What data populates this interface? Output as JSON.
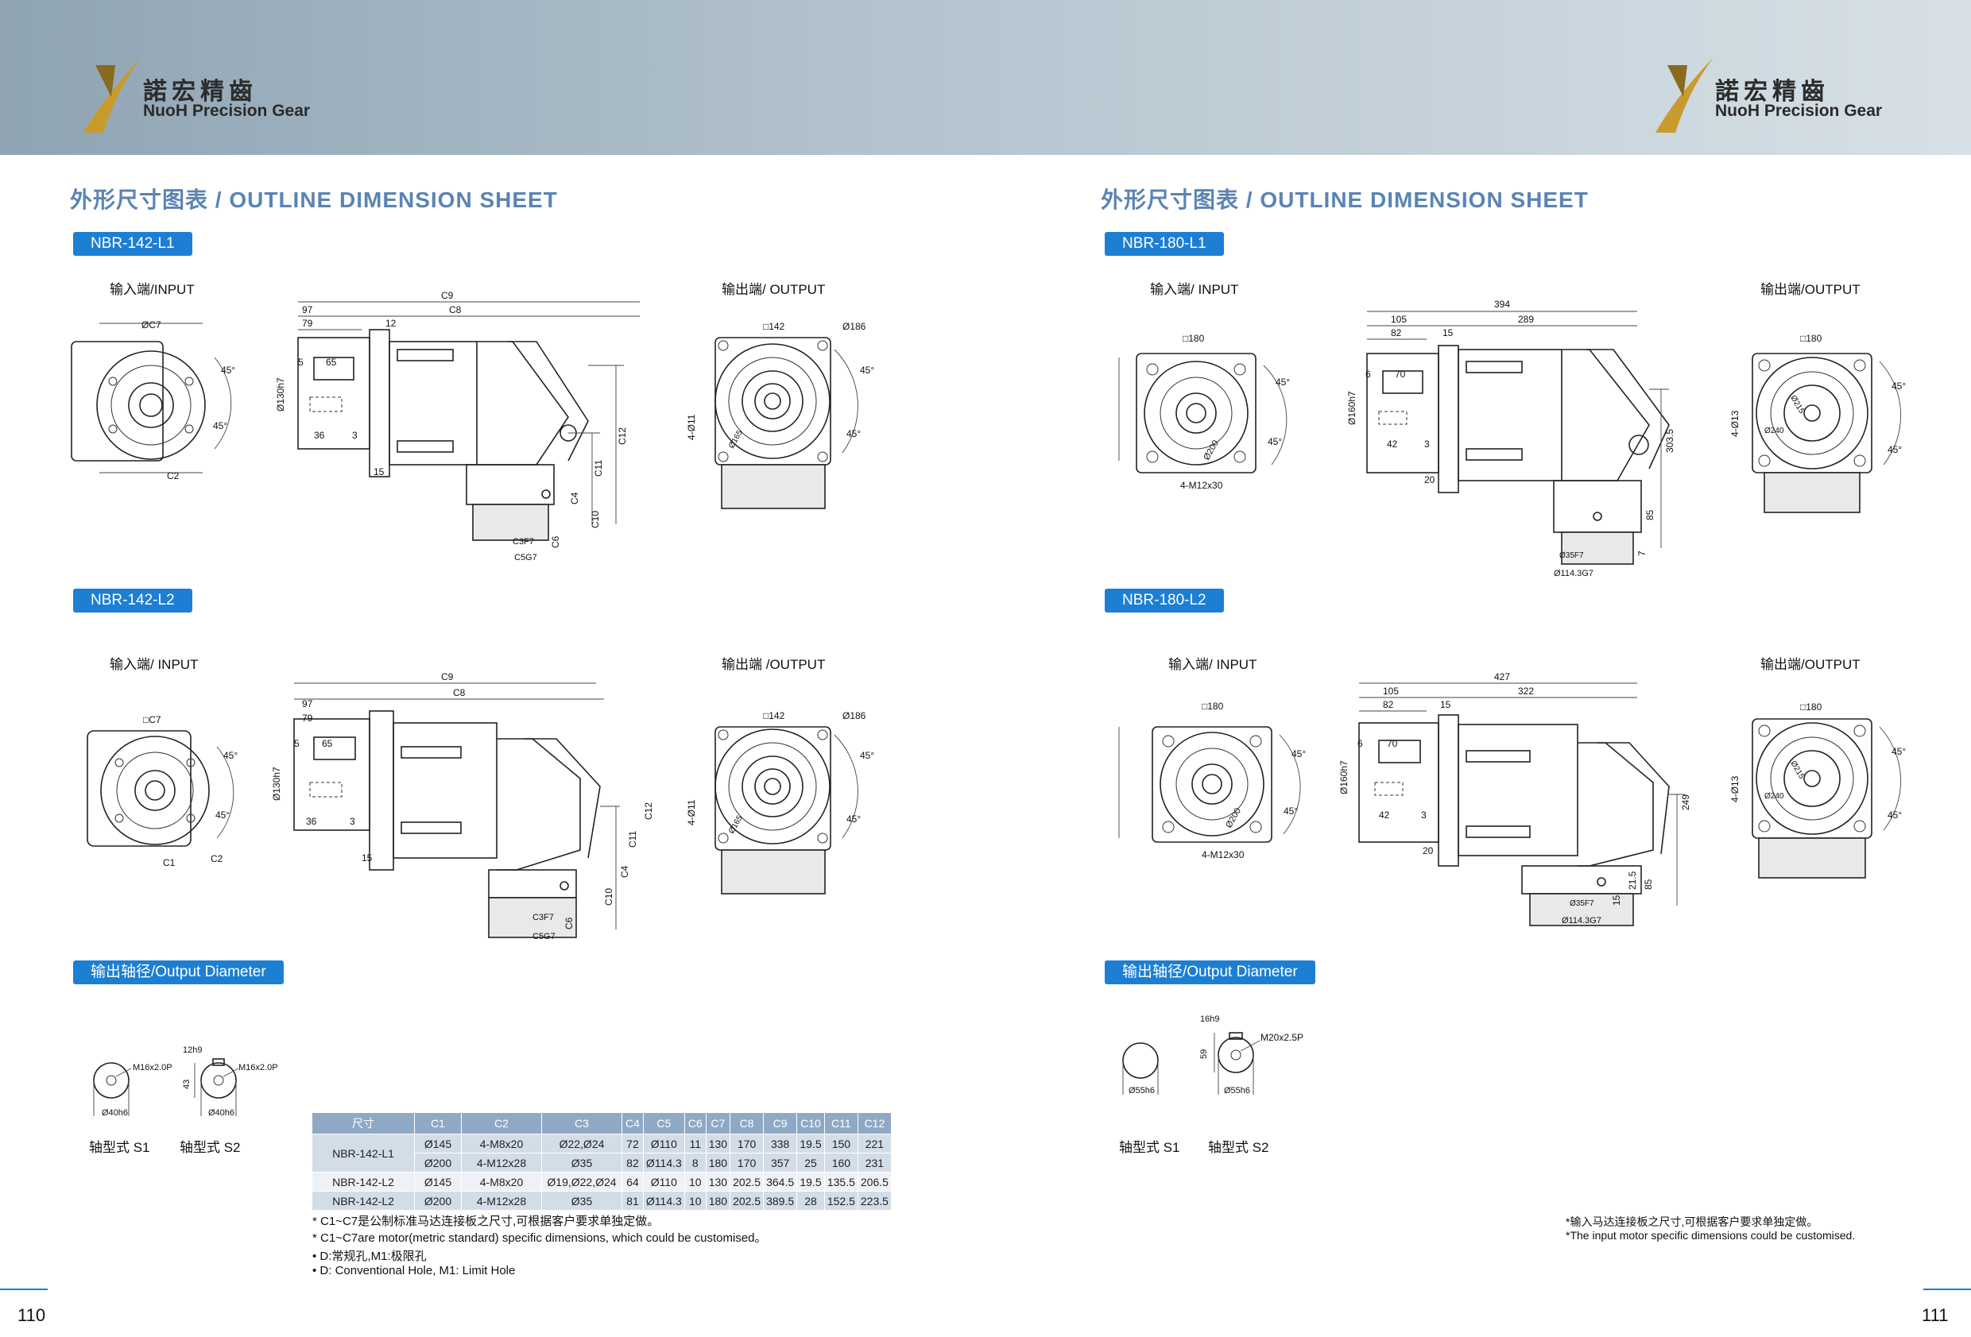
{
  "logo": {
    "cn": "諾宏精齒",
    "en": "NuoH Precision Gear"
  },
  "left": {
    "title": "外形尺寸图表 / OUTLINE DIMENSION SHEET",
    "tag_l1": "NBR-142-L1",
    "tag_l2": "NBR-142-L2",
    "tag_od": "输出轴径/Output Diameter",
    "input_label": "输入端/INPUT",
    "input_label2": "输入端/ INPUT",
    "output_label": "输出端/ OUTPUT",
    "output_label2": "输出端 /OUTPUT",
    "dims": {
      "c7": "ØC7",
      "c7sq": "□C7",
      "c2": "C2",
      "c1": "C1",
      "a45": "45°",
      "c9": "C9",
      "c8": "C8",
      "d97": "97",
      "d79": "79",
      "d12": "12",
      "d5": "5",
      "d65": "65",
      "d36": "36",
      "d3": "3",
      "d15": "15",
      "dia130": "Ø130h7",
      "c12": "C12",
      "c11": "C11",
      "c4": "C4",
      "c10": "C10",
      "c6": "C6",
      "c3": "C3F7",
      "c5": "C5G7",
      "sq142": "□142",
      "d186": "Ø186",
      "hole4": "4-Ø11",
      "d165": "Ø165"
    },
    "shafts": {
      "s1_thread": "M16x2.0P",
      "s1_dia": "Ø40h6",
      "s2_key": "12h9",
      "s2_h": "43",
      "s2_thread": "M16x2.0P",
      "s2_dia": "Ø40h6",
      "s1_label": "轴型式 S1",
      "s2_label": "轴型式 S2"
    },
    "table": {
      "headers": [
        "尺寸",
        "C1",
        "C2",
        "C3",
        "C4",
        "C5",
        "C6",
        "C7",
        "C8",
        "C9",
        "C10",
        "C11",
        "C12"
      ],
      "group1_name": "NBR-142-L1",
      "group1_rows": [
        [
          "Ø145",
          "4-M8x20",
          "Ø22,Ø24",
          "72",
          "Ø110",
          "11",
          "130",
          "170",
          "338",
          "19.5",
          "150",
          "221"
        ],
        [
          "Ø200",
          "4-M12x28",
          "Ø35",
          "82",
          "Ø114.3",
          "8",
          "180",
          "170",
          "357",
          "25",
          "160",
          "231"
        ]
      ],
      "rows": [
        [
          "NBR-142-L2",
          "Ø145",
          "4-M8x20",
          "Ø19,Ø22,Ø24",
          "64",
          "Ø110",
          "10",
          "130",
          "202.5",
          "364.5",
          "19.5",
          "135.5",
          "206.5"
        ],
        [
          "NBR-142-L2",
          "Ø200",
          "4-M12x28",
          "Ø35",
          "81",
          "Ø114.3",
          "10",
          "180",
          "202.5",
          "389.5",
          "28",
          "152.5",
          "223.5"
        ]
      ]
    },
    "notes": [
      "* C1~C7是公制标准马达连接板之尺寸,可根据客户要求单独定做。",
      "* C1~C7are motor(metric standard)  specific dimensions, which could be customised。",
      "• D:常规孔,M1:极限孔",
      "• D: Conventional Hole, M1: Limit Hole"
    ],
    "page_number": "110"
  },
  "right": {
    "title": "外形尺寸图表 / OUTLINE DIMENSION SHEET",
    "tag_l1": "NBR-180-L1",
    "tag_l2": "NBR-180-L2",
    "tag_od": "输出轴径/Output Diameter",
    "input_label": "输入端/ INPUT",
    "output_label": "输出端/OUTPUT",
    "dims": {
      "sq180": "□180",
      "a45": "45°",
      "m12": "4-M12x30",
      "d200": "Ø200",
      "d394": "394",
      "d105": "105",
      "d289": "289",
      "d82": "82",
      "d15": "15",
      "d6": "6",
      "d70": "70",
      "d42": "42",
      "d3": "3",
      "d20": "20",
      "dia160": "Ø160h7",
      "d3035": "303.5",
      "d85": "85",
      "d7": "7",
      "d35": "Ø35F7",
      "d1143": "Ø114.3G7",
      "hole4": "4-Ø13",
      "d215": "Ø215",
      "d240": "Ø240",
      "d427": "427",
      "d322": "322",
      "d249": "249",
      "d21_5": "21.5",
      "d15b": "15"
    },
    "shafts": {
      "s2_key": "16h9",
      "s2_h": "59",
      "s2_thread": "M20x2.5P",
      "s1_dia": "Ø55h6",
      "s2_dia": "Ø55h6",
      "s1_label": "轴型式 S1",
      "s2_label": "轴型式 S2"
    },
    "notes": [
      "*输入马达连接板之尺寸,可根据客户要求单独定做。",
      "*The input motor specific dimensions could be customised."
    ],
    "page_number": "111"
  }
}
